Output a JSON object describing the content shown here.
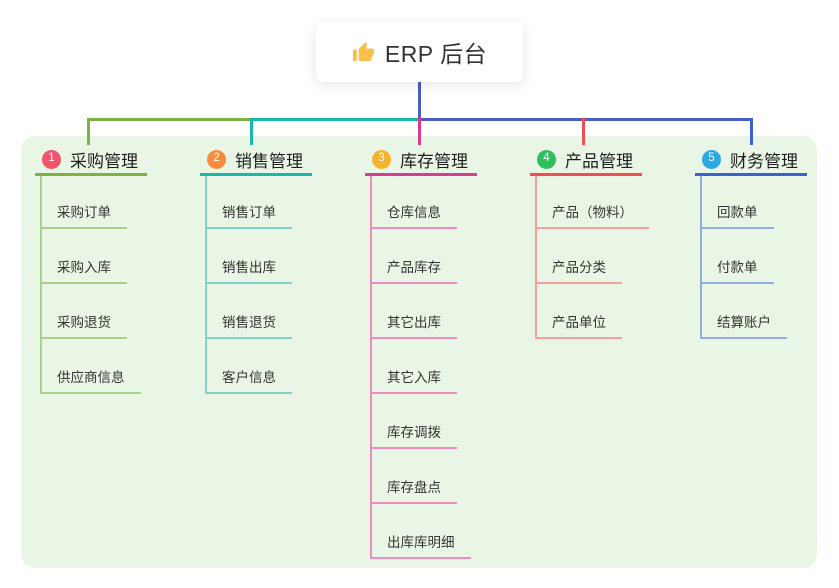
{
  "root": {
    "label": "ERP 后台",
    "icon": "thumbs-up",
    "line_color": "#4A5CC6"
  },
  "panel": {
    "bg": "#EAF6E5"
  },
  "branches": [
    {
      "num": "1",
      "label": "采购管理",
      "badge_color": "#F2536D",
      "line_color": "#7CB342",
      "sub_line_color": "#ABCF88",
      "items": [
        "采购订单",
        "采购入库",
        "采购退货",
        "供应商信息"
      ]
    },
    {
      "num": "2",
      "label": "销售管理",
      "badge_color": "#F98C3D",
      "line_color": "#17B9A9",
      "sub_line_color": "#81D2C7",
      "items": [
        "销售订单",
        "销售出库",
        "销售退货",
        "客户信息"
      ]
    },
    {
      "num": "3",
      "label": "库存管理",
      "badge_color": "#F6B42C",
      "line_color": "#D93A92",
      "sub_line_color": "#F08BC0",
      "items": [
        "仓库信息",
        "产品库存",
        "其它出库",
        "其它入库",
        "库存调拨",
        "库存盘点",
        "出库库明细"
      ]
    },
    {
      "num": "4",
      "label": "产品管理",
      "badge_color": "#2EBE5C",
      "line_color": "#F04E52",
      "sub_line_color": "#F4A09C",
      "items": [
        "产品（物料）",
        "产品分类",
        "产品单位"
      ]
    },
    {
      "num": "5",
      "label": "财务管理",
      "badge_color": "#2CA9E2",
      "line_color": "#3A63D2",
      "sub_line_color": "#96ABDF",
      "items": [
        "回款单",
        "付款单",
        "结算账户"
      ]
    }
  ]
}
